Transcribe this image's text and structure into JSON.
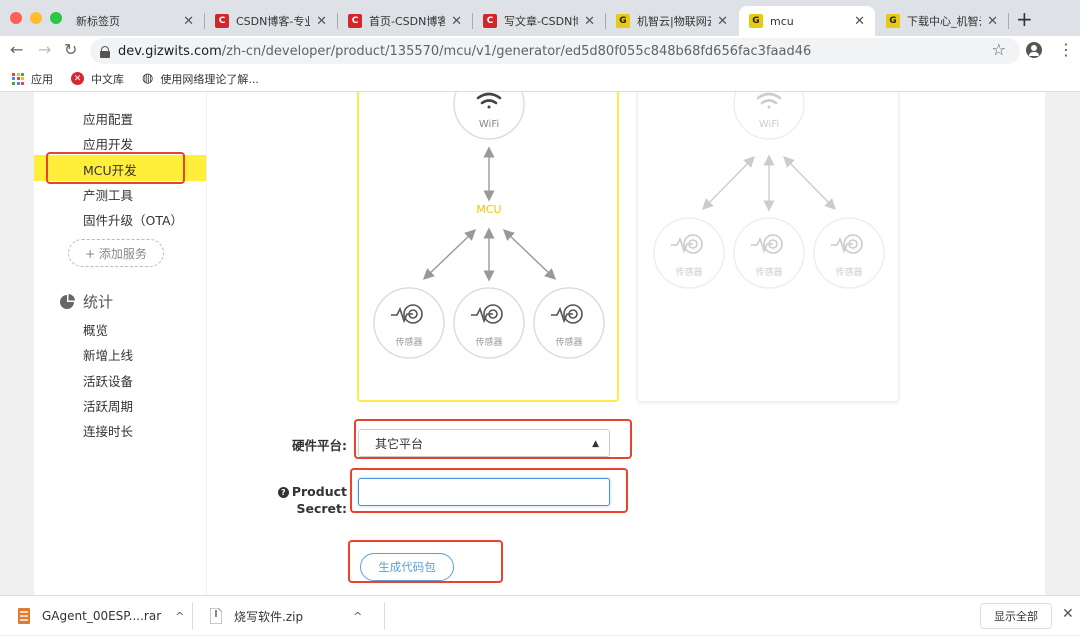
{
  "tabs": [
    {
      "title": "新标签页",
      "icon": "blank-page-icon",
      "favcolor": "",
      "favtext": ""
    },
    {
      "title": "CSDN博客-专业IT",
      "icon": "csdn-icon",
      "favcolor": "#d3262b",
      "favtext": "C"
    },
    {
      "title": "首页-CSDN博客",
      "icon": "csdn-icon",
      "favcolor": "#d3262b",
      "favtext": "C"
    },
    {
      "title": "写文章-CSDN博客",
      "icon": "csdn-icon",
      "favcolor": "#d3262b",
      "favtext": "C"
    },
    {
      "title": "机智云|物联网云服务",
      "icon": "gizwits-icon",
      "favcolor": "#e8c914",
      "favtext": "G"
    },
    {
      "title": "mcu",
      "icon": "gizwits-icon",
      "favcolor": "#e8c914",
      "favtext": "G"
    },
    {
      "title": "下载中心_机智云",
      "icon": "gizwits-icon",
      "favcolor": "#e8c914",
      "favtext": "G"
    }
  ],
  "active_tab": 5,
  "address": {
    "host": "dev.gizwits.com",
    "path": "/zh-cn/developer/product/135570/mcu/v1/generator/ed5d80f055c848b68fd656fac3faad46"
  },
  "bookmarks": [
    {
      "label": "应用",
      "icon": "apps-grid-icon"
    },
    {
      "label": "中文库",
      "icon": "zhongwenku-icon"
    },
    {
      "label": "使用网络理论了解...",
      "icon": "globe-icon"
    }
  ],
  "sidebar": {
    "items": [
      "应用配置",
      "应用开发",
      "MCU开发",
      "产测工具",
      "固件升级（OTA）"
    ],
    "active_index": 2,
    "add_service": "+ 添加服务",
    "stats_heading": "统计",
    "stats_items": [
      "概览",
      "新增上线",
      "活跃设备",
      "活跃周期",
      "连接时长"
    ]
  },
  "diagram": {
    "wifi": "WiFi",
    "mcu": "MCU",
    "sensor": "传感器"
  },
  "form": {
    "platform_label": "硬件平台:",
    "platform_value": "其它平台",
    "secret_label_1": "Product",
    "secret_label_2": "Secret:",
    "generate_button": "生成代码包"
  },
  "downloads": [
    {
      "name": "GAgent_00ESP....rar",
      "icon": "rar-file-icon"
    },
    {
      "name": "烧写软件.zip",
      "icon": "zip-file-icon"
    }
  ],
  "show_all": "显示全部",
  "colors": {
    "accent_yellow": "#ffee3a",
    "highlight_red": "#e8432e",
    "button_blue": "#5aa0e0"
  }
}
